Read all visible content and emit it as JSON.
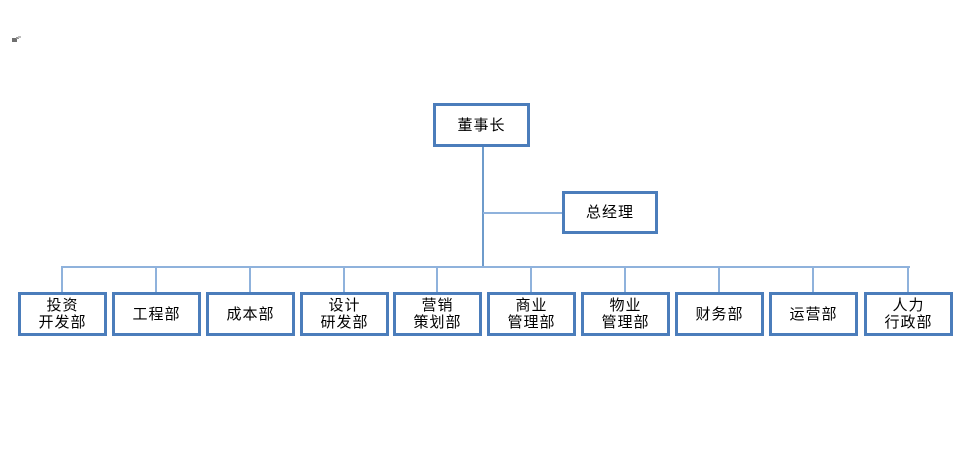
{
  "org_chart": {
    "chairman": "董事长",
    "general_manager": "总经理",
    "departments": [
      {
        "label": "投资\n开发部"
      },
      {
        "label": "工程部"
      },
      {
        "label": "成本部"
      },
      {
        "label": "设计\n研发部"
      },
      {
        "label": "营销\n策划部"
      },
      {
        "label": "商业\n管理部"
      },
      {
        "label": "物业\n管理部"
      },
      {
        "label": "财务部"
      },
      {
        "label": "运营部"
      },
      {
        "label": "人力\n行政部"
      }
    ]
  },
  "colors": {
    "box_border": "#4b7dbb",
    "connector": "#8fb2dc",
    "connector_dark": "#6e9bcb",
    "text": "#000000",
    "canvas_bg": "#ffffff"
  }
}
